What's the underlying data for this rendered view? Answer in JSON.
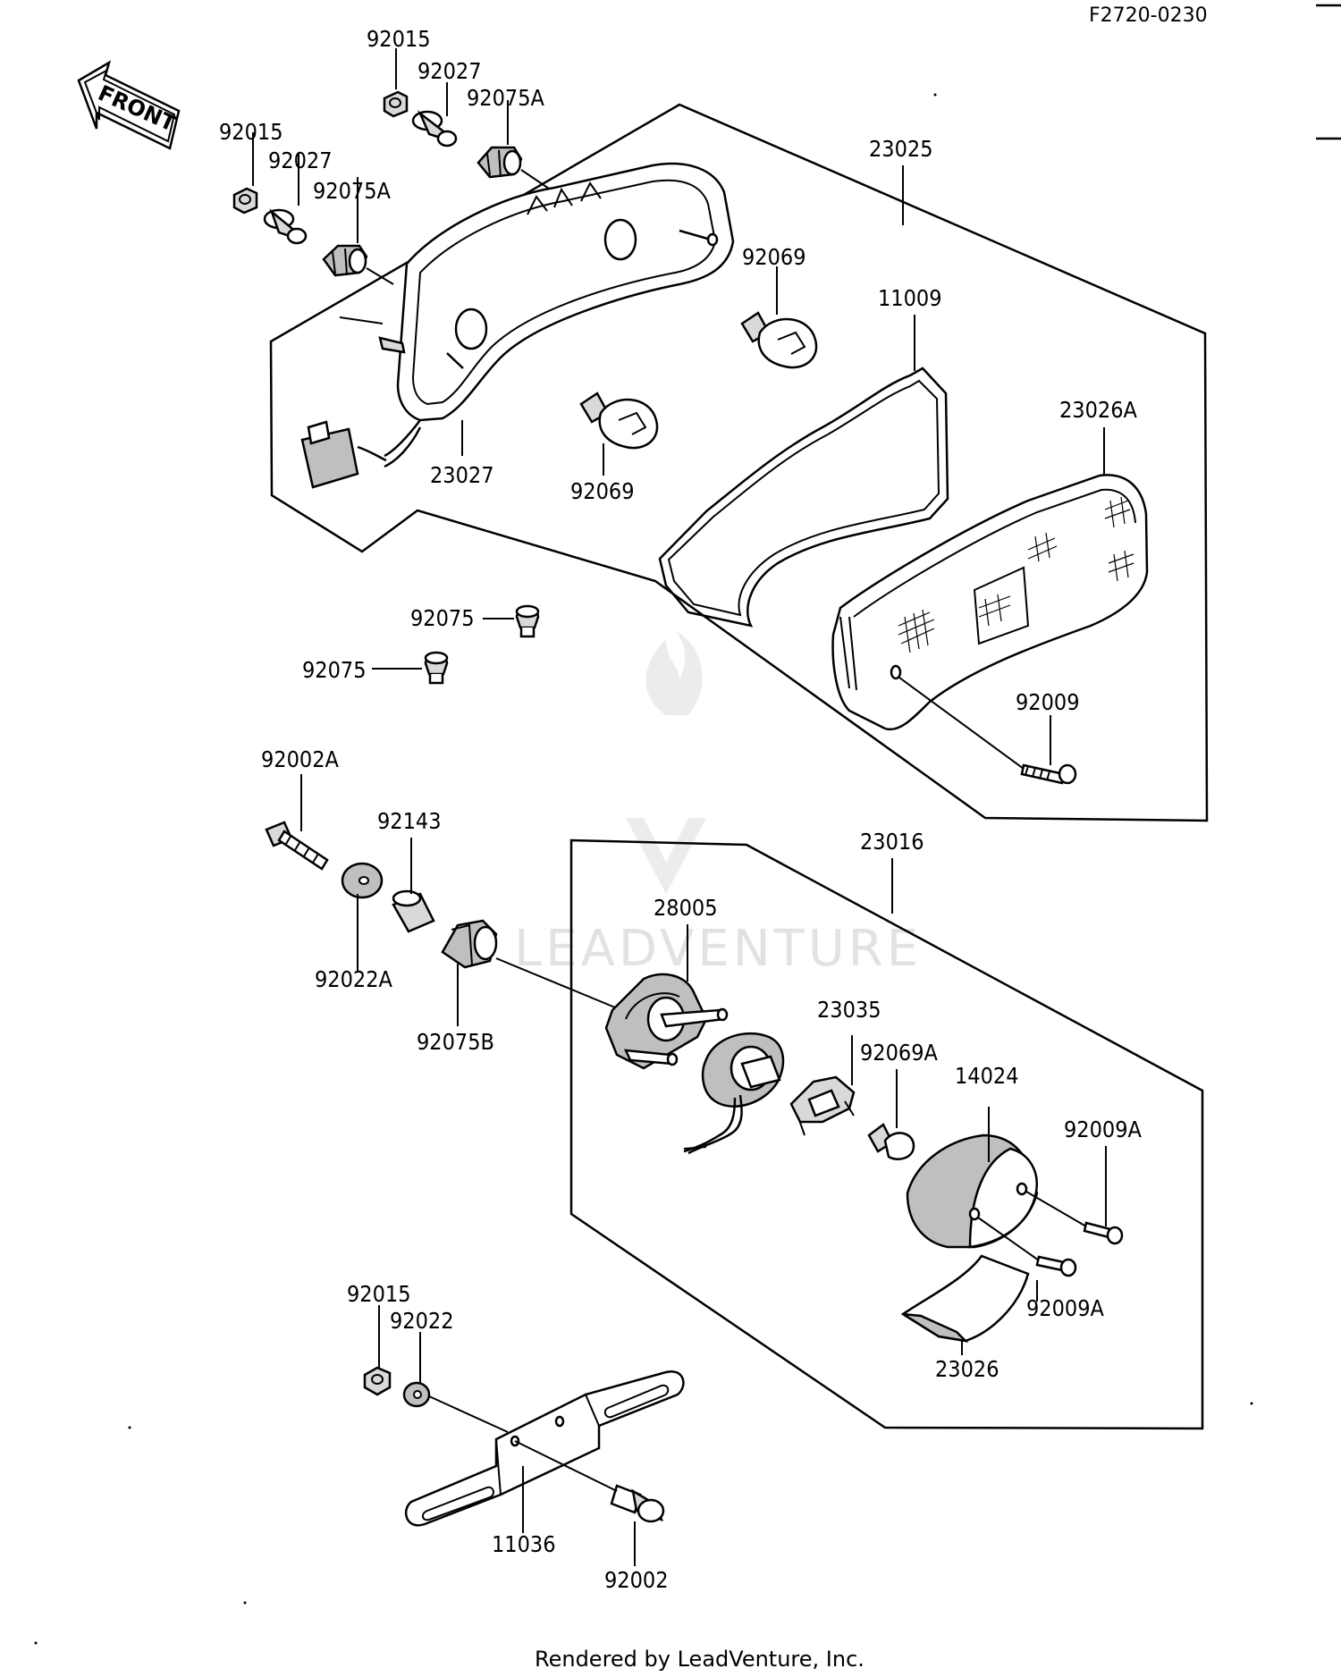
{
  "diagram_code": "F2720-0230",
  "front_label": "FRONT",
  "watermark": "LEADVENTURE",
  "footer": "Rendered by LeadVenture, Inc.",
  "parts": {
    "p92015_a": "92015",
    "p92027_a": "92027",
    "p92075A_a": "92075A",
    "p92015_b": "92015",
    "p92027_b": "92027",
    "p92075A_b": "92075A",
    "p23025": "23025",
    "p92069_a": "92069",
    "p11009": "11009",
    "p23027": "23027",
    "p92069_b": "92069",
    "p23026A": "23026A",
    "p92075_a": "92075",
    "p92075_b": "92075",
    "p92009": "92009",
    "p92002A": "92002A",
    "p92143": "92143",
    "p23016": "23016",
    "p28005": "28005",
    "p92022A": "92022A",
    "p92075B": "92075B",
    "p23035": "23035",
    "p92069A": "92069A",
    "p14024": "14024",
    "p92009A_a": "92009A",
    "p92009A_b": "92009A",
    "p23026": "23026",
    "p92015_c": "92015",
    "p92022": "92022",
    "p11036": "11036",
    "p92002": "92002"
  }
}
